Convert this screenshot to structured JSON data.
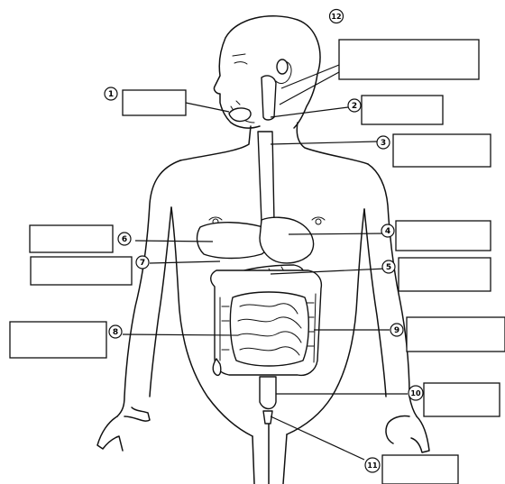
{
  "diagram": {
    "top_badge": "12",
    "markers": [
      "1",
      "2",
      "3",
      "4",
      "5",
      "6",
      "7",
      "8",
      "9",
      "10",
      "11"
    ]
  }
}
